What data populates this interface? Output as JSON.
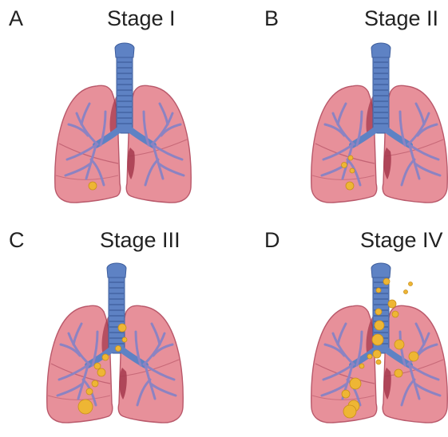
{
  "panels": [
    {
      "letter": "A",
      "title": "Stage I"
    },
    {
      "letter": "B",
      "title": "Stage II"
    },
    {
      "letter": "C",
      "title": "Stage III"
    },
    {
      "letter": "D",
      "title": "Stage IV"
    }
  ],
  "colors": {
    "lung_fill": "#e7909a",
    "lung_stroke": "#b9586a",
    "lung_dark": "#a5394e",
    "trachea": "#5e82c4",
    "trachea_dark": "#3f5f9e",
    "bronchi": "#8c83c2",
    "tumor": "#eeb634",
    "tumor_stroke": "#c98f1a"
  }
}
